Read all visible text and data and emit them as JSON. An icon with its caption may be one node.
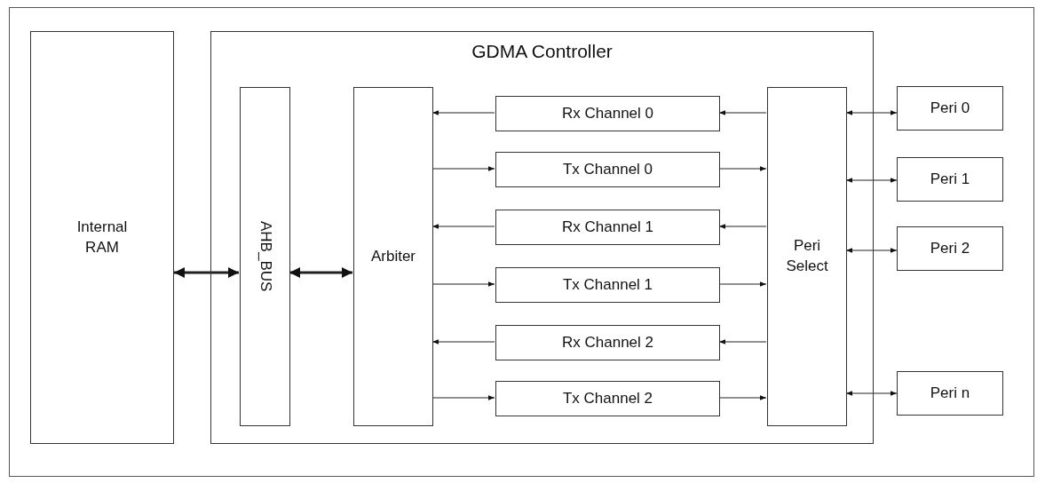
{
  "diagram": {
    "nodes": [
      {
        "text": [
          "Internal RAM"
        ]
      },
      {
        "text": [
          "GDMA Controller"
        ]
      },
      {
        "text": [
          "AHB_BUS"
        ],
        "in": 1
      },
      {
        "text": [
          "Arbiter"
        ],
        "in": 1
      },
      {
        "text": [
          "Rx Channel 0"
        ],
        "in": 1
      },
      {
        "text": [
          "Tx Channel 0"
        ],
        "in": 1
      },
      {
        "text": [
          "Rx Channel 1"
        ],
        "in": 1
      },
      {
        "text": [
          "Tx Channel 1"
        ],
        "in": 1
      },
      {
        "text": [
          "Rx Channel 2"
        ],
        "in": 1
      },
      {
        "text": [
          "Tx Channel 2"
        ],
        "in": 1
      },
      {
        "text": [
          "Peri Select"
        ],
        "in": 1
      },
      {
        "text": [
          "Peri 0"
        ]
      },
      {
        "text": [
          "Peri 1"
        ]
      },
      {
        "text": [
          "Peri 2"
        ]
      },
      {
        "text": [
          "Peri n"
        ]
      }
    ],
    "edges": [
      {
        "from": 0,
        "to": 2,
        "arrow": "both",
        "style": "thick"
      },
      {
        "from": 2,
        "to": 3,
        "arrow": "both",
        "style": "thick"
      },
      {
        "from": 10,
        "to": 4,
        "arrow": "to"
      },
      {
        "from": 4,
        "to": 3,
        "arrow": "to"
      },
      {
        "from": 3,
        "to": 5,
        "arrow": "to"
      },
      {
        "from": 5,
        "to": 10,
        "arrow": "to"
      },
      {
        "from": 10,
        "to": 6,
        "arrow": "to"
      },
      {
        "from": 6,
        "to": 3,
        "arrow": "to"
      },
      {
        "from": 3,
        "to": 7,
        "arrow": "to"
      },
      {
        "from": 7,
        "to": 10,
        "arrow": "to"
      },
      {
        "from": 10,
        "to": 8,
        "arrow": "to"
      },
      {
        "from": 8,
        "to": 3,
        "arrow": "to"
      },
      {
        "from": 3,
        "to": 9,
        "arrow": "to"
      },
      {
        "from": 9,
        "to": 10,
        "arrow": "to"
      },
      {
        "from": 10,
        "to": 11,
        "arrow": "both"
      },
      {
        "from": 10,
        "to": 12,
        "arrow": "both"
      },
      {
        "from": 10,
        "to": 13,
        "arrow": "both"
      },
      {
        "from": 10,
        "to": 14,
        "arrow": "both"
      }
    ]
  }
}
